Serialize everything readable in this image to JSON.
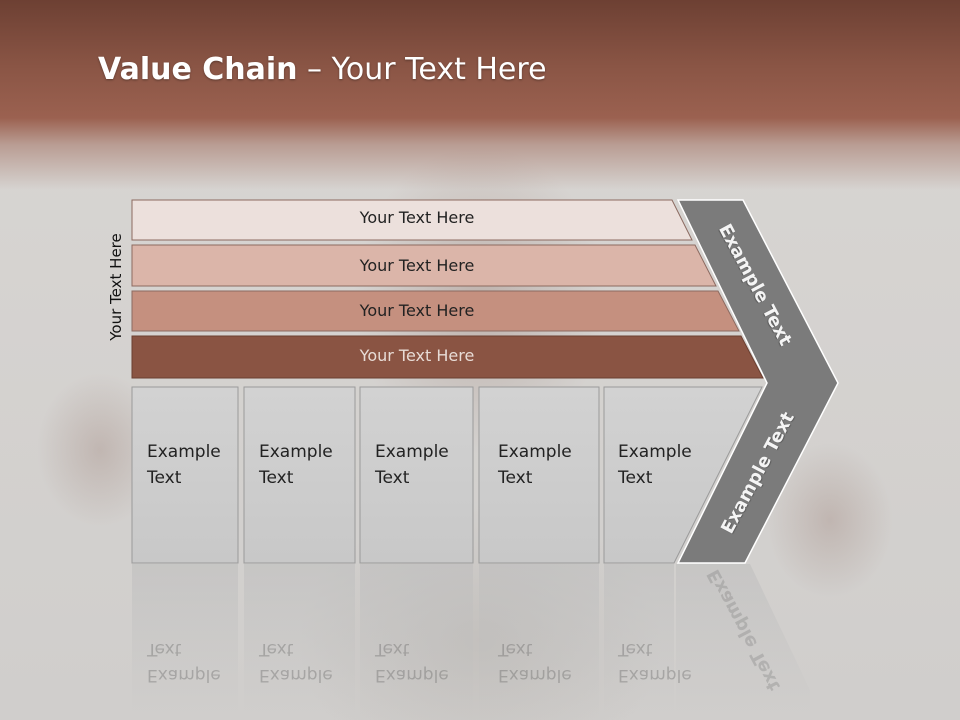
{
  "header": {
    "title_bold": "Value Chain",
    "title_rest": " – Your Text Here"
  },
  "side_label": "Your Text Here",
  "bars": [
    {
      "label": "Your Text Here",
      "fill": "#ece0dc",
      "text_color": "#222222"
    },
    {
      "label": "Your Text Here",
      "fill": "#dbb5a9",
      "text_color": "#222222"
    },
    {
      "label": "Your Text Here",
      "fill": "#c5907f",
      "text_color": "#222222"
    },
    {
      "label": "Your Text Here",
      "fill": "#8a5443",
      "text_color": "#e8dcd6"
    }
  ],
  "boxes": [
    {
      "line1": "Example",
      "line2": "Text"
    },
    {
      "line1": "Example",
      "line2": "Text"
    },
    {
      "line1": "Example",
      "line2": "Text"
    },
    {
      "line1": "Example",
      "line2": "Text"
    },
    {
      "line1": "Example",
      "line2": "Text"
    }
  ],
  "chevron": {
    "upper_label": "Example Text",
    "lower_label": "Example Text",
    "color": "#7b7b7b"
  },
  "colors": {
    "header_dark": "#6d4033",
    "box_fill": "#cfcfcf",
    "box_border": "#9a9a9a"
  }
}
